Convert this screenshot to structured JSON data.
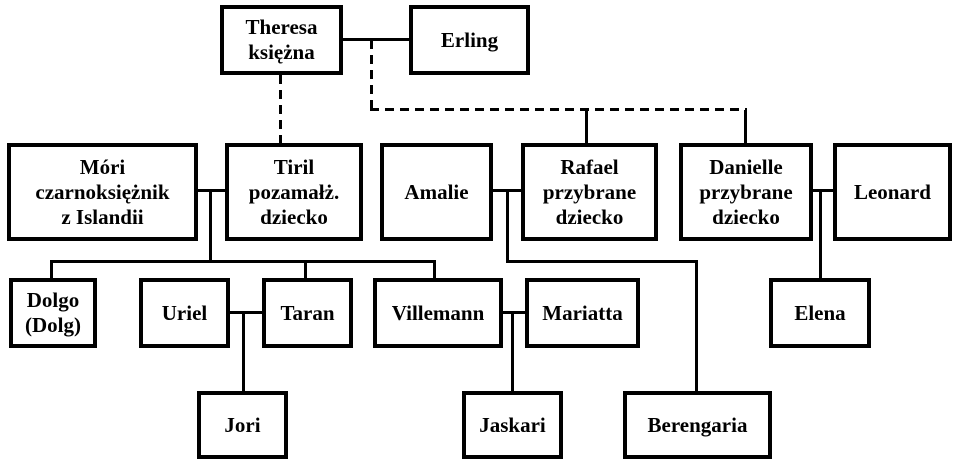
{
  "diagram": {
    "type": "family-tree",
    "colors": {
      "background": "#ffffff",
      "box_fill": "#ffffff",
      "box_border": "#000000",
      "line": "#000000",
      "text": "#000000"
    },
    "line_styles": {
      "solid": "marriage or biological child link",
      "dashed": "non-marital or adopted child link"
    }
  },
  "nodes": {
    "theresa": {
      "lines": [
        "Theresa",
        "księżna"
      ]
    },
    "erling": {
      "lines": [
        "Erling"
      ]
    },
    "mori": {
      "lines": [
        "Móri",
        "czarnoksiężnik",
        "z Islandii"
      ]
    },
    "tiril": {
      "lines": [
        "Tiril",
        "pozamałż.",
        "dziecko"
      ]
    },
    "amalie": {
      "lines": [
        "Amalie"
      ]
    },
    "rafael": {
      "lines": [
        "Rafael",
        "przybrane",
        "dziecko"
      ]
    },
    "danielle": {
      "lines": [
        "Danielle",
        "przybrane",
        "dziecko"
      ]
    },
    "leonard": {
      "lines": [
        "Leonard"
      ]
    },
    "dolgo": {
      "lines": [
        "Dolgo",
        "(Dolg)"
      ]
    },
    "uriel": {
      "lines": [
        "Uriel"
      ]
    },
    "taran": {
      "lines": [
        "Taran"
      ]
    },
    "villemann": {
      "lines": [
        "Villemann"
      ]
    },
    "mariatta": {
      "lines": [
        "Mariatta"
      ]
    },
    "elena": {
      "lines": [
        "Elena"
      ]
    },
    "jori": {
      "lines": [
        "Jori"
      ]
    },
    "jaskari": {
      "lines": [
        "Jaskari"
      ]
    },
    "berengaria": {
      "lines": [
        "Berengaria"
      ]
    }
  },
  "edges": [
    {
      "type": "marriage",
      "between": [
        "theresa",
        "erling"
      ],
      "style": "solid"
    },
    {
      "type": "child",
      "parent": "theresa",
      "child": "tiril",
      "style": "dashed",
      "note": "pozamałż. dziecko"
    },
    {
      "type": "child",
      "parents": [
        "theresa",
        "erling"
      ],
      "child": "rafael",
      "style": "dashed",
      "note": "przybrane dziecko"
    },
    {
      "type": "child",
      "parents": [
        "theresa",
        "erling"
      ],
      "child": "danielle",
      "style": "dashed",
      "note": "przybrane dziecko"
    },
    {
      "type": "marriage",
      "between": [
        "mori",
        "tiril"
      ],
      "style": "solid"
    },
    {
      "type": "child",
      "parents": [
        "mori",
        "tiril"
      ],
      "child": "dolgo",
      "style": "solid"
    },
    {
      "type": "child",
      "parents": [
        "mori",
        "tiril"
      ],
      "child": "taran",
      "style": "solid"
    },
    {
      "type": "child",
      "parents": [
        "mori",
        "tiril"
      ],
      "child": "villemann",
      "style": "solid"
    },
    {
      "type": "marriage",
      "between": [
        "amalie",
        "rafael"
      ],
      "style": "solid"
    },
    {
      "type": "child",
      "parents": [
        "amalie",
        "rafael"
      ],
      "child": "berengaria",
      "style": "solid"
    },
    {
      "type": "marriage",
      "between": [
        "danielle",
        "leonard"
      ],
      "style": "solid"
    },
    {
      "type": "child",
      "parents": [
        "danielle",
        "leonard"
      ],
      "child": "elena",
      "style": "solid"
    },
    {
      "type": "marriage",
      "between": [
        "uriel",
        "taran"
      ],
      "style": "solid"
    },
    {
      "type": "child",
      "parents": [
        "uriel",
        "taran"
      ],
      "child": "jori",
      "style": "solid"
    },
    {
      "type": "marriage",
      "between": [
        "villemann",
        "mariatta"
      ],
      "style": "solid"
    },
    {
      "type": "child",
      "parents": [
        "villemann",
        "mariatta"
      ],
      "child": "jaskari",
      "style": "solid"
    }
  ]
}
